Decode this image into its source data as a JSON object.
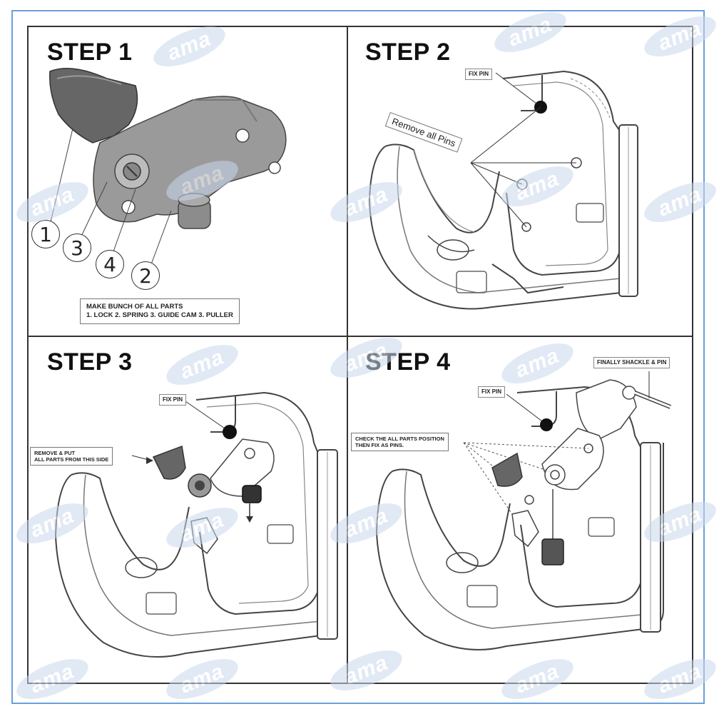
{
  "watermark": "ama",
  "steps": [
    {
      "title": "STEP 1",
      "number_labels": [
        "1",
        "3",
        "4",
        "2"
      ],
      "note_lines": [
        "MAKE BUNCH OF ALL PARTS",
        "1. LOCK 2. SPRING 3. GUIDE CAM 3. PULLER"
      ]
    },
    {
      "title": "STEP 2",
      "fix_pin": "FIX PIN",
      "remove_label": "Remove all Pins"
    },
    {
      "title": "STEP 3",
      "fix_pin": "FIX PIN",
      "remove_put_lines": [
        "REMOVE & PUT",
        "ALL PARTS FROM THIS SIDE"
      ]
    },
    {
      "title": "STEP 4",
      "fix_pin": "FIX PIN",
      "finally_label": "FINALLY SHACKLE & PIN",
      "check_lines": [
        "CHECK THE ALL PARTS POSITION",
        "THEN FIX AS PINS."
      ]
    }
  ],
  "colors": {
    "frame": "#6aa0d8",
    "grid": "#333333",
    "watermark": "#c9d8ee"
  }
}
